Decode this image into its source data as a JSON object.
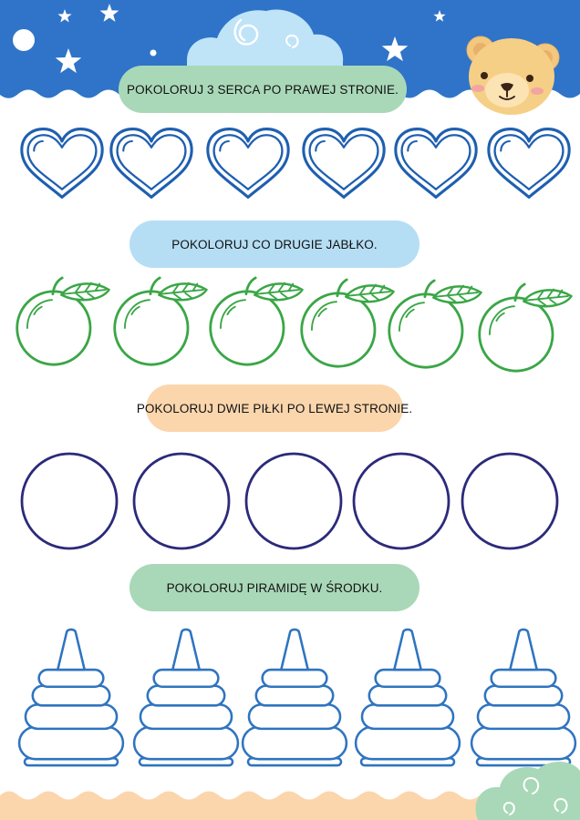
{
  "worksheet": {
    "tasks": [
      {
        "id": "hearts",
        "instruction": "POKOLORUJ 3 SERCA PO PRAWEJ STRONIE.",
        "item": "heart",
        "count": 6,
        "color": "#1e5fb0",
        "label_color": "#a9d8b8"
      },
      {
        "id": "apples",
        "instruction": "POKOLORUJ CO DRUGIE JABŁKO.",
        "item": "apple",
        "count": 6,
        "color": "#3aa646",
        "label_color": "#b5def5"
      },
      {
        "id": "balls",
        "instruction": "POKOLORUJ DWIE PIŁKI PO LEWEJ STRONIE.",
        "item": "ball",
        "count": 5,
        "color": "#2c2a7a",
        "label_color": "#fbd6ad"
      },
      {
        "id": "pyramids",
        "instruction": "POKOLORUJ PIRAMIDĘ W ŚRODKU.",
        "item": "ring-pyramid",
        "count": 5,
        "color": "#2f74c0",
        "label_color": "#a9d8b8"
      }
    ],
    "decorations": {
      "header_color": "#2f74c8",
      "footer_color": "#fbd6ad",
      "corner_bush_color": "#a9d8b8",
      "icons": [
        "star-icon",
        "moon-icon",
        "cloud-icon",
        "bear-face-icon",
        "bush-icon"
      ]
    }
  }
}
